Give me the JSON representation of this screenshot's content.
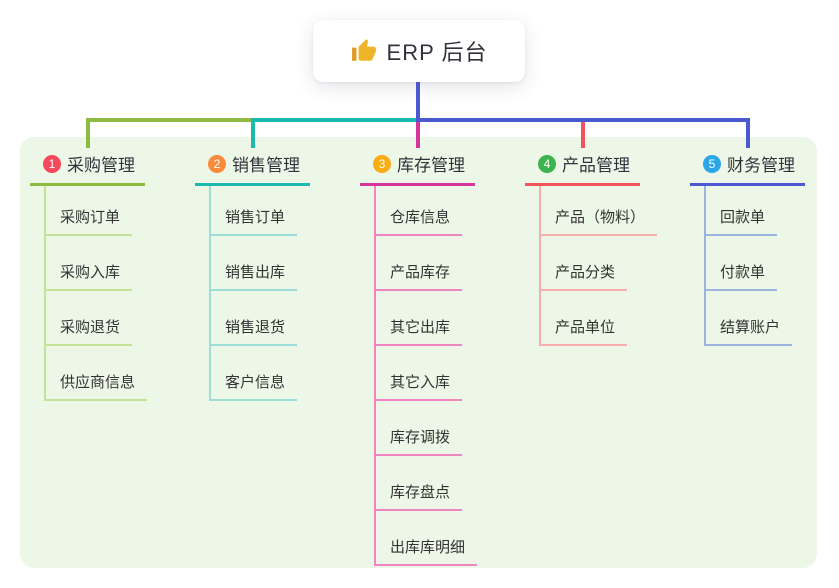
{
  "root": {
    "title": "ERP 后台",
    "icon": "thumbs-up-icon",
    "icon_color": "#f0b429"
  },
  "colors": {
    "page_bg": "#ffffff",
    "panel_bg": "#edf7e7",
    "stem": "#4a59d0",
    "text": "#32323c",
    "root_bg": "#ffffff"
  },
  "branches": [
    {
      "badge": "1",
      "label": "采购管理",
      "badge_color": "#f54a5e",
      "line_color": "#8cbb3f",
      "child_line_color": "#c3e39b",
      "children": [
        "采购订单",
        "采购入库",
        "采购退货",
        "供应商信息"
      ]
    },
    {
      "badge": "2",
      "label": "销售管理",
      "badge_color": "#fa8b3c",
      "line_color": "#1db8ae",
      "child_line_color": "#9ddfd8",
      "children": [
        "销售订单",
        "销售出库",
        "销售退货",
        "客户信息"
      ]
    },
    {
      "badge": "3",
      "label": "库存管理",
      "badge_color": "#f9ac13",
      "line_color": "#d6369b",
      "child_line_color": "#ef86c0",
      "children": [
        "仓库信息",
        "产品库存",
        "其它出库",
        "其它入库",
        "库存调拨",
        "库存盘点",
        "出库库明细"
      ]
    },
    {
      "badge": "4",
      "label": "产品管理",
      "badge_color": "#3cb34f",
      "line_color": "#f2545b",
      "child_line_color": "#f8aeab",
      "children": [
        "产品（物料）",
        "产品分类",
        "产品单位"
      ]
    },
    {
      "badge": "5",
      "label": "财务管理",
      "badge_color": "#2aa7e8",
      "line_color": "#4a59d0",
      "child_line_color": "#9db3e0",
      "children": [
        "回款单",
        "付款单",
        "结算账户"
      ]
    }
  ]
}
